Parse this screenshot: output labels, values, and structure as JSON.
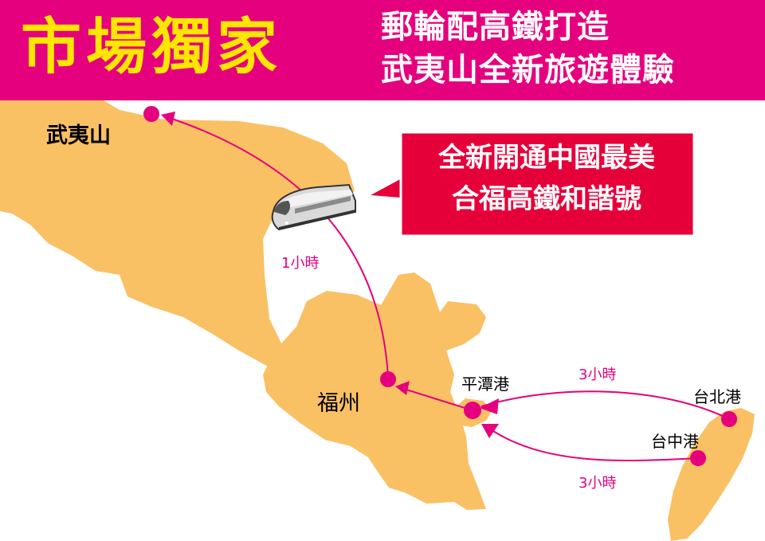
{
  "header": {
    "headline": "市場獨家",
    "subtitle_line1": "郵輪配高鐵打造",
    "subtitle_line2": "武夷山全新旅遊體驗"
  },
  "callout": {
    "line1": "全新開通中國最美",
    "line2": "合福高鐵和諧號"
  },
  "places": {
    "wuyishan": "武夷山",
    "fuzhou": "福州",
    "pingtan": "平潭港",
    "taipei": "台北港",
    "taichung": "台中港"
  },
  "routes": {
    "train_duration": "1小時",
    "ferry_taipei_duration": "3小時",
    "ferry_taichung_duration": "3小時"
  },
  "colors": {
    "banner": "#e5007e",
    "headline": "#ffe600",
    "land": "#f9c064",
    "route": "#e5007e",
    "callout": "#e6003a"
  }
}
